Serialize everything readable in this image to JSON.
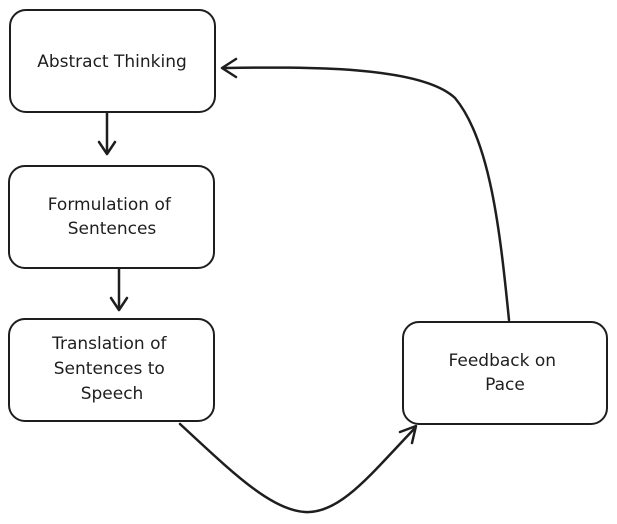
{
  "nodes": {
    "abstract": {
      "lines": [
        "Abstract Thinking"
      ]
    },
    "formulation": {
      "lines": [
        "Formulation of",
        "Sentences"
      ]
    },
    "translation": {
      "lines": [
        "Translation of",
        "Sentences to",
        "Speech"
      ]
    },
    "feedback": {
      "lines": [
        "Feedback on",
        "Pace"
      ]
    }
  },
  "edges": [
    {
      "from": "abstract",
      "to": "formulation"
    },
    {
      "from": "formulation",
      "to": "translation"
    },
    {
      "from": "translation",
      "to": "feedback"
    },
    {
      "from": "feedback",
      "to": "abstract"
    }
  ]
}
